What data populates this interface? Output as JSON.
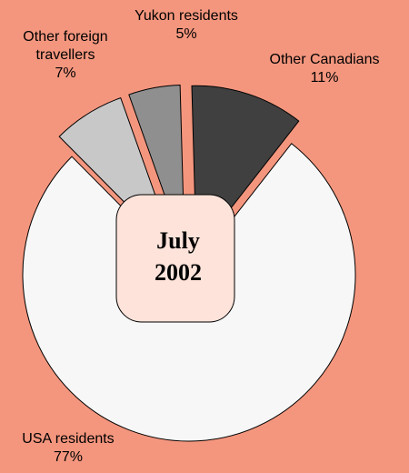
{
  "chart_data": {
    "type": "pie",
    "center_label": [
      "July",
      "2002"
    ],
    "slices": [
      {
        "name": "USA residents",
        "label": [
          "USA residents",
          "77%"
        ],
        "value": 77,
        "color": "#F7F7F7"
      },
      {
        "name": "Other foreign travellers",
        "label": [
          "Other foreign",
          "travellers",
          "7%"
        ],
        "value": 7,
        "color": "#C8C8C8"
      },
      {
        "name": "Yukon residents",
        "label": [
          "Yukon residents",
          "5%"
        ],
        "value": 5,
        "color": "#8F8F8F"
      },
      {
        "name": "Other Canadians",
        "label": [
          "Other Canadians",
          "11%"
        ],
        "value": 11,
        "color": "#404040"
      }
    ],
    "background": "#F4967E",
    "center_box_color": "#FDE3DA"
  }
}
